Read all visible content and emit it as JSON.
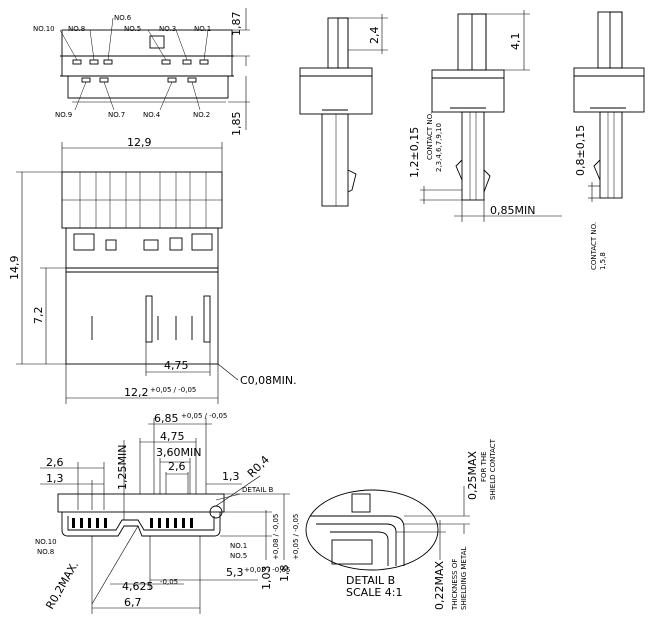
{
  "top_view": {
    "pins_top": [
      "NO.10",
      "NO.8",
      "NO.6",
      "NO.5",
      "NO.3",
      "NO.1"
    ],
    "pins_bottom": [
      "NO.9",
      "NO.7",
      "NO.4",
      "NO.2"
    ],
    "dim_height_top": "1,87",
    "dim_height_bottom": "1,85"
  },
  "side_views": {
    "dim_a": "2,4",
    "dim_b": "4,1",
    "dim_c": "1,2±0,15",
    "contact_note_a": "CONTACT NO.",
    "contact_note_a_list": "2,3,4,6,7,9,10",
    "dim_d": "0,8±0,15",
    "dim_e": "0,85MIN",
    "contact_note_b": "CONTACT NO.",
    "contact_note_b_list": "1,5,8"
  },
  "front_view": {
    "dim_width_top": "12,9",
    "dim_height_total": "14,9",
    "dim_height_lower": "7,2",
    "dim_inner": "4,75",
    "dim_width_bottom": "12,2",
    "dim_width_bottom_tol": "+0,05 / -0,05",
    "chamfer_note": "C0,08MIN."
  },
  "end_view": {
    "dim_6_85": "6,85",
    "dim_6_85_tol": "+0,05 / -0,05",
    "dim_4_75": "4,75",
    "dim_3_60": "3,60MIN",
    "dim_2_6a": "2,6",
    "dim_2_6b": "2,6",
    "dim_1_3a": "1,3",
    "dim_1_3b": "1,3",
    "dim_1_25": "1,25MIN",
    "dim_r04": "R0,4",
    "detail_b_ref": "DETAIL B",
    "pins_left": [
      "NO.10",
      "NO.8"
    ],
    "pins_right": [
      "NO.1",
      "NO.5"
    ],
    "dim_r02": "R0,2MAX.",
    "dim_4_625": "4,625",
    "dim_4_625_tol": "-0,05",
    "dim_6_7": "6,7",
    "dim_5_3": "5,3",
    "dim_5_3_tol": "+0,03 / -0,05",
    "dim_1_03": "1,03",
    "dim_1_03_tol": "+0,08 / -0,05",
    "dim_1_8": "1,8",
    "dim_1_8_tol": "+0,05 / -0,05"
  },
  "detail_b": {
    "title": "DETAIL B",
    "scale": "SCALE 4:1",
    "dim_025": "0,25MAX",
    "note_025": "FOR THE",
    "note_025b": "SHIELD CONTACT",
    "dim_022": "0,22MAX",
    "note_022": "THICKNESS OF",
    "note_022b": "SHIELDING METAL"
  }
}
